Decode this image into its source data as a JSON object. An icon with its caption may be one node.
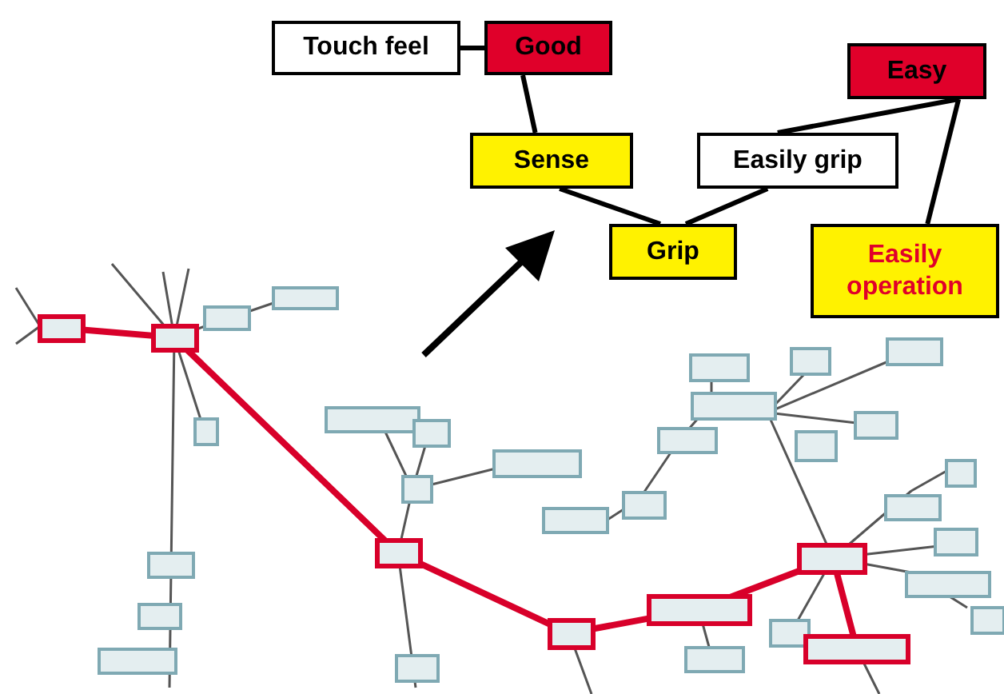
{
  "diagram": {
    "nodes": [
      {
        "text": [
          "Touch feel"
        ]
      },
      {
        "text": [
          "Good"
        ]
      },
      {
        "text": [
          "Sense"
        ]
      },
      {
        "text": [
          "Easily grip"
        ]
      },
      {
        "text": [
          "Grip"
        ]
      },
      {
        "text": [
          "Easy"
        ]
      },
      {
        "text": [
          "Easily operation"
        ]
      }
    ],
    "edges": [
      {
        "from": 0,
        "to": 1,
        "arrow": "none"
      },
      {
        "from": 1,
        "to": 2,
        "arrow": "none"
      },
      {
        "from": 2,
        "to": 4,
        "arrow": "none"
      },
      {
        "from": 4,
        "to": 3,
        "arrow": "none"
      },
      {
        "from": 3,
        "to": 5,
        "arrow": "none"
      },
      {
        "from": 5,
        "to": 6,
        "arrow": "none"
      }
    ]
  }
}
